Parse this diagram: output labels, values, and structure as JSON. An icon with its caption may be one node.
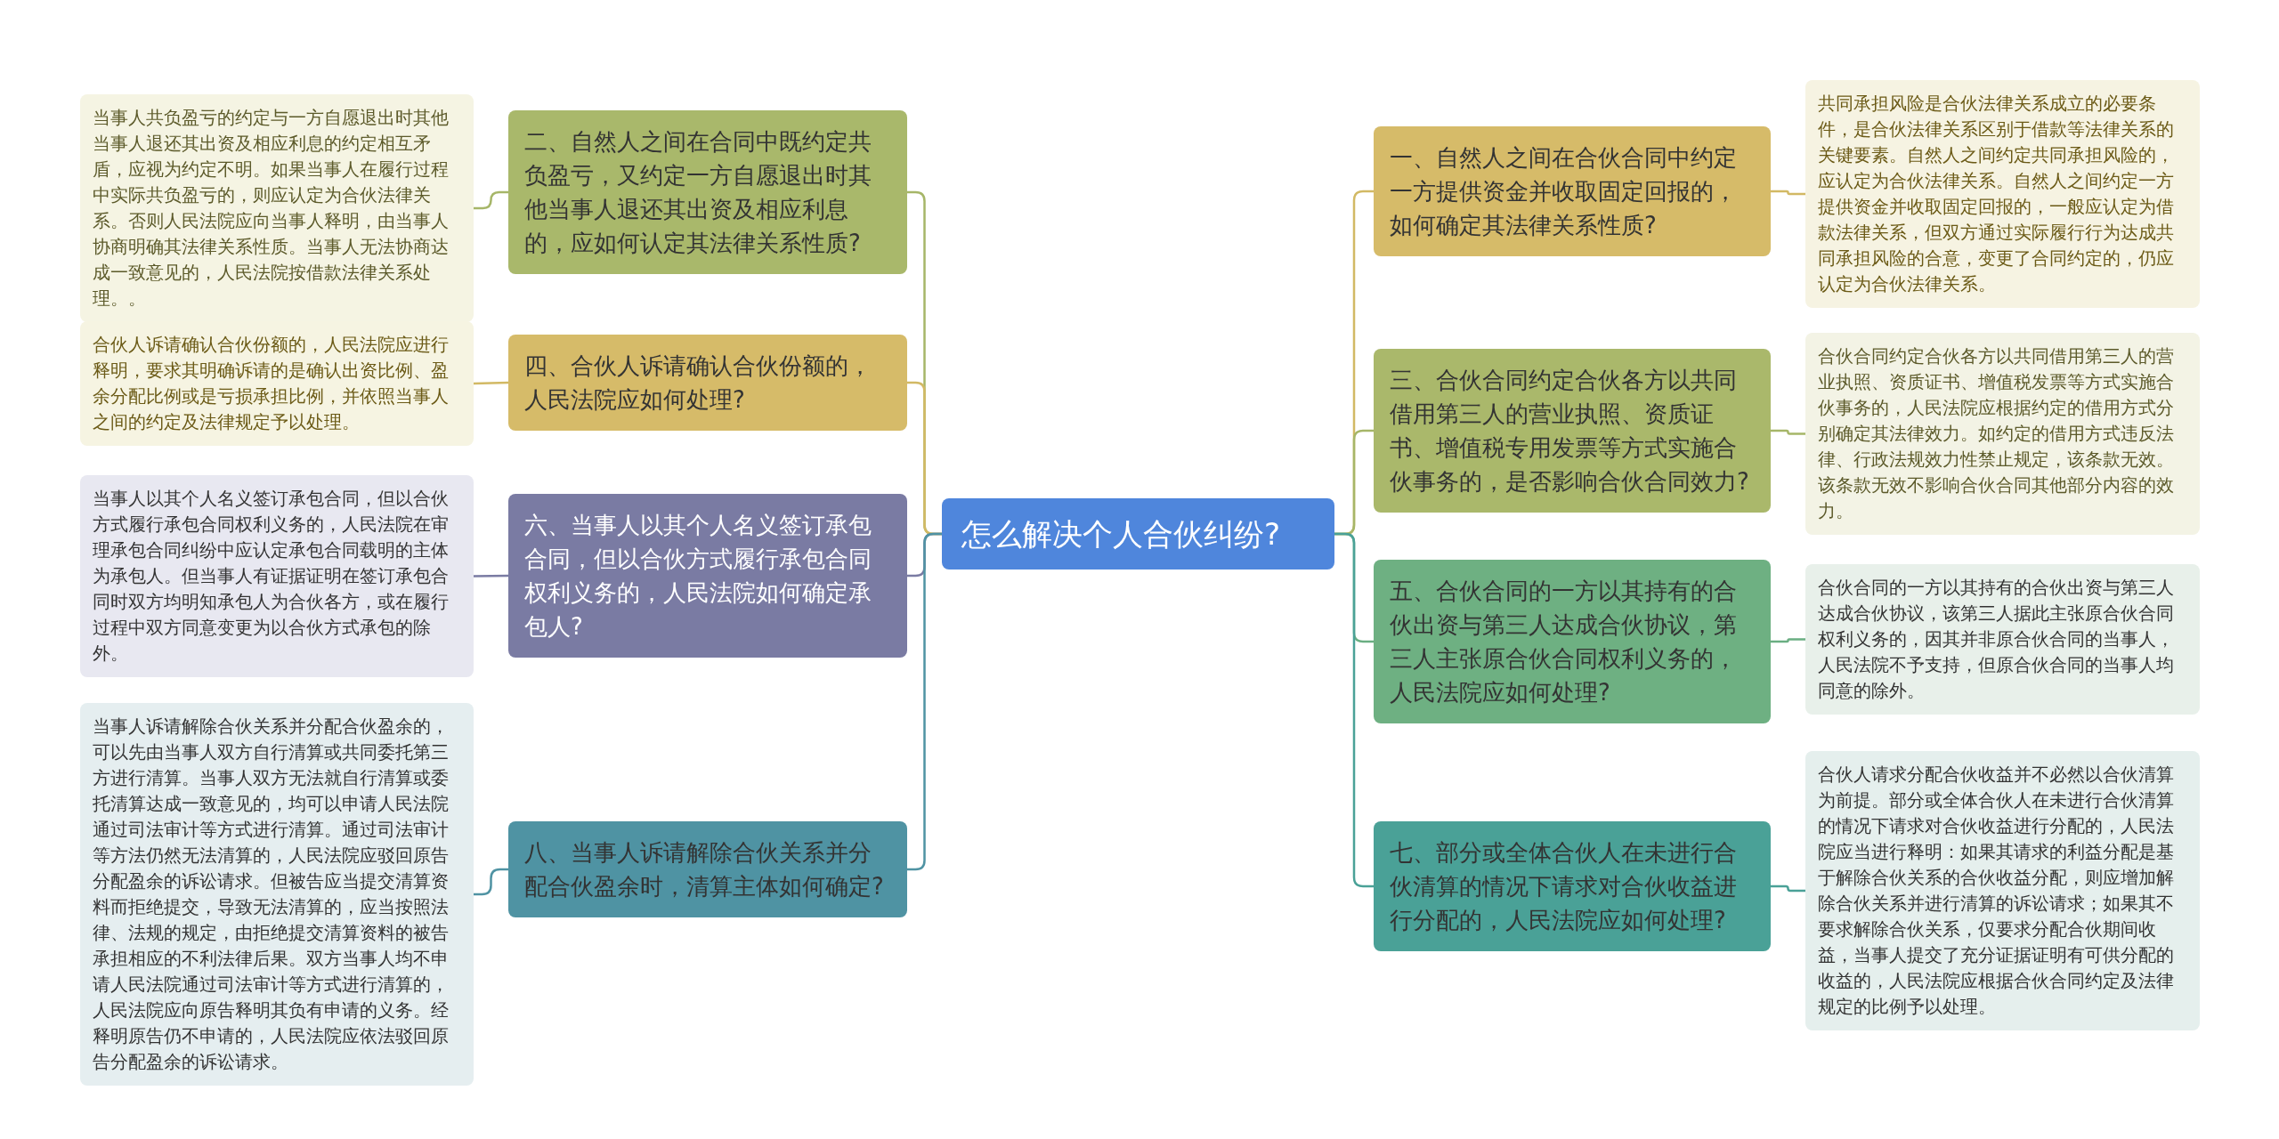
{
  "diagram": {
    "nodes": [
      {
        "text": [
          "怎么解决个人合伙纠纷?"
        ]
      },
      {
        "text": [
          "一、自然人之间在合伙合同中约定一方提供资金并收取固定回报的，如何确定其法律关系性质?"
        ]
      },
      {
        "text": [
          "共同承担风险是合伙法律关系成立的必要条件，是合伙法律关系区别于借款等法律关系的关键要素。自然人之间约定共同承担风险的，应认定为合伙法律关系。自然人之间约定一方提供资金并收取固定回报的，一般应认定为借款法律关系，但双方通过实际履行行为达成共同承担风险的合意，变更了合同约定的，仍应认定为合伙法律关系。"
        ]
      },
      {
        "text": [
          "二、自然人之间在合同中既约定共负盈亏，又约定一方自愿退出时其他当事人退还其出资及相应利息的，应如何认定其法律关系性质?"
        ]
      },
      {
        "text": [
          "当事人共负盈亏的约定与一方自愿退出时其他当事人退还其出资及相应利息的约定相互矛盾，应视为约定不明。如果当事人在履行过程中实际共负盈亏的，则应认定为合伙法律关系。否则人民法院应向当事人释明，由当事人协商明确其法律关系性质。当事人无法协商达成一致意见的，人民法院按借款法律关系处理。。"
        ]
      },
      {
        "text": [
          "三、合伙合同约定合伙各方以共同借用第三人的营业执照、资质证书、增值税专用发票等方式实施合伙事务的，是否影响合伙合同效力?"
        ]
      },
      {
        "text": [
          "合伙合同约定合伙各方以共同借用第三人的营业执照、资质证书、增值税发票等方式实施合伙事务的，人民法院应根据约定的借用方式分别确定其法律效力。如约定的借用方式违反法律、行政法规效力性禁止规定，该条款无效。该条款无效不影响合伙合同其他部分内容的效力。"
        ]
      },
      {
        "text": [
          "四、合伙人诉请确认合伙份额的，人民法院应如何处理?"
        ]
      },
      {
        "text": [
          "合伙人诉请确认合伙份额的，人民法院应进行释明，要求其明确诉请的是确认出资比例、盈余分配比例或是亏损承担比例，并依照当事人之间的约定及法律规定予以处理。"
        ]
      },
      {
        "text": [
          "五、合伙合同的一方以其持有的合伙出资与第三人达成合伙协议，第三人主张原合伙合同权利义务的，人民法院应如何处理?"
        ]
      },
      {
        "text": [
          "合伙合同的一方以其持有的合伙出资与第三人达成合伙协议，该第三人据此主张原合伙合同权利义务的，因其并非原合伙合同的当事人，人民法院不予支持，但原合伙合同的当事人均同意的除外。"
        ]
      },
      {
        "text": [
          "六、当事人以其个人名义签订承包合同，但以合伙方式履行承包合同权利义务的，人民法院如何确定承包人?"
        ]
      },
      {
        "text": [
          "当事人以其个人名义签订承包合同，但以合伙方式履行承包合同权利义务的，人民法院在审理承包合同纠纷中应认定承包合同载明的主体为承包人。但当事人有证据证明在签订承包合同时双方均明知承包人为合伙各方，或在履行过程中双方同意变更为以合伙方式承包的除外。"
        ]
      },
      {
        "text": [
          "七、部分或全体合伙人在未进行合伙清算的情况下请求对合伙收益进行分配的，人民法院应如何处理?"
        ]
      },
      {
        "text": [
          "合伙人请求分配合伙收益并不必然以合伙清算为前提。部分或全体合伙人在未进行合伙清算的情况下请求对合伙收益进行分配的，人民法院应当进行释明：如果其请求的利益分配是基于解除合伙关系的合伙收益分配，则应增加解除合伙关系并进行清算的诉讼请求；如果其不要求解除合伙关系，仅要求分配合伙期间收益，当事人提交了充分证据证明有可供分配的收益的，人民法院应根据合伙合同约定及法律规定的比例予以处理。"
        ]
      },
      {
        "text": [
          "八、当事人诉请解除合伙关系并分配合伙盈余时，清算主体如何确定?"
        ]
      },
      {
        "text": [
          "当事人诉请解除合伙关系并分配合伙盈余的，可以先由当事人双方自行清算或共同委托第三方进行清算。当事人双方无法就自行清算或委托清算达成一致意见的，均可以申请人民法院通过司法审计等方式进行清算。通过司法审计等方法仍然无法清算的，人民法院应驳回原告分配盈余的诉讼请求。但被告应当提交清算资料而拒绝提交，导致无法清算的，应当按照法律、法规的规定，由拒绝提交清算资料的被告承担相应的不利法律后果。双方当事人均不申请人民法院通过司法审计等方式进行清算的，人民法院应向原告释明其负有申请的义务。经释明原告仍不申请的，人民法院应依法驳回原告分配盈余的诉讼请求。"
        ]
      }
    ],
    "edges": [
      {
        "from": 0,
        "to": 1,
        "arrow": "none",
        "color": "#d2b964"
      },
      {
        "from": 1,
        "to": 2,
        "arrow": "none",
        "color": "#d2b964"
      },
      {
        "from": 0,
        "to": 3,
        "arrow": "none",
        "color": "#a6b668"
      },
      {
        "from": 3,
        "to": 4,
        "arrow": "none",
        "color": "#a6b668"
      },
      {
        "from": 0,
        "to": 5,
        "arrow": "none",
        "color": "#a6b668"
      },
      {
        "from": 5,
        "to": 6,
        "arrow": "none",
        "color": "#a6b668"
      },
      {
        "from": 0,
        "to": 7,
        "arrow": "none",
        "color": "#d2b964"
      },
      {
        "from": 7,
        "to": 8,
        "arrow": "none",
        "color": "#d2b964"
      },
      {
        "from": 0,
        "to": 9,
        "arrow": "none",
        "color": "#6aae82"
      },
      {
        "from": 9,
        "to": 10,
        "arrow": "none",
        "color": "#6aae82"
      },
      {
        "from": 0,
        "to": 11,
        "arrow": "none",
        "color": "#7a7ba3"
      },
      {
        "from": 11,
        "to": 12,
        "arrow": "none",
        "color": "#7a7ba3"
      },
      {
        "from": 0,
        "to": 13,
        "arrow": "none",
        "color": "#4aa197"
      },
      {
        "from": 13,
        "to": 14,
        "arrow": "none",
        "color": "#4aa197"
      },
      {
        "from": 0,
        "to": 15,
        "arrow": "none",
        "color": "#4f93a3"
      },
      {
        "from": 15,
        "to": 16,
        "arrow": "none",
        "color": "#4f93a3"
      }
    ]
  }
}
